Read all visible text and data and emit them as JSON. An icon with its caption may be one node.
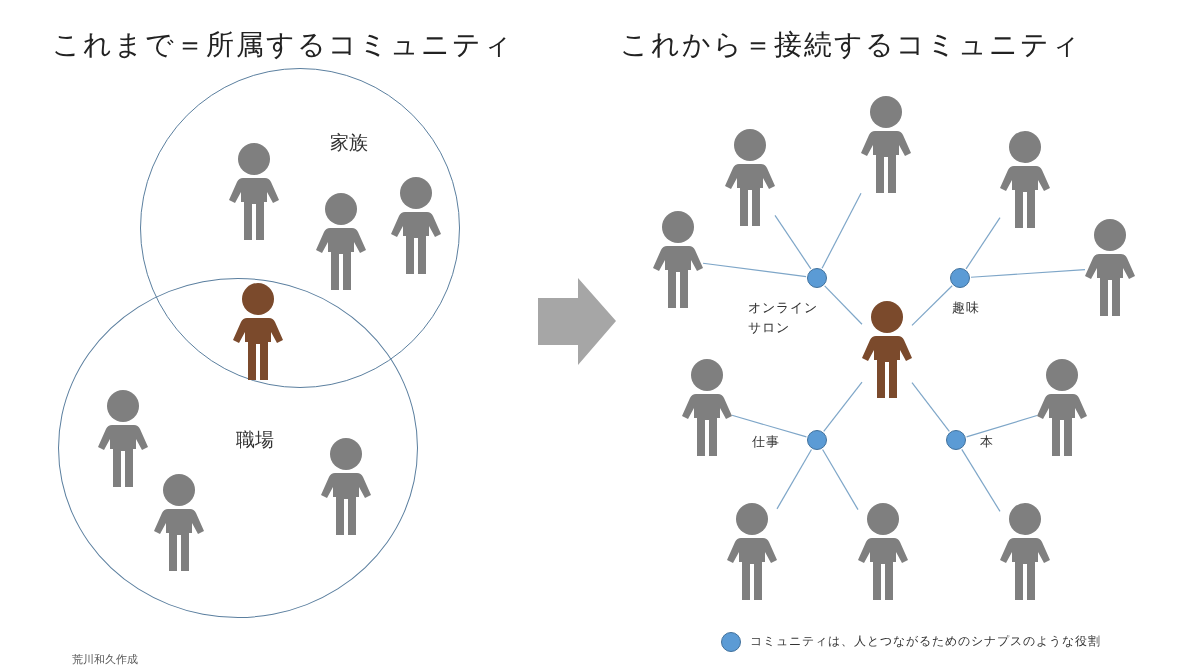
{
  "diagram": {
    "nodes": [
      {
        "text": [
          "家族"
        ]
      },
      {
        "text": [],
        "shape": "person",
        "in": 0
      },
      {
        "text": [],
        "shape": "person",
        "in": 0
      },
      {
        "text": [],
        "shape": "person",
        "in": 0
      },
      {
        "text": [],
        "shape": "person"
      },
      {
        "text": [
          "職場"
        ]
      },
      {
        "text": [],
        "shape": "person",
        "in": 5
      },
      {
        "text": [],
        "shape": "person",
        "in": 5
      },
      {
        "text": [],
        "shape": "person",
        "in": 5
      },
      {
        "text": [],
        "shape": "person"
      },
      {
        "text": [],
        "shape": "person"
      },
      {
        "text": [],
        "shape": "person"
      },
      {
        "text": [],
        "shape": "person"
      },
      {
        "text": [],
        "shape": "person"
      },
      {
        "text": [],
        "shape": "circle",
        "beside": [
          "オンラインサロン"
        ]
      },
      {
        "text": [],
        "shape": "circle",
        "beside": [
          "趣味"
        ]
      },
      {
        "text": [],
        "shape": "person"
      },
      {
        "text": [],
        "shape": "person"
      },
      {
        "text": [],
        "shape": "person"
      },
      {
        "text": [],
        "shape": "circle",
        "beside": [
          "仕事"
        ]
      },
      {
        "text": [],
        "shape": "circle",
        "beside": [
          "本"
        ]
      },
      {
        "text": [],
        "shape": "person"
      },
      {
        "text": [],
        "shape": "person"
      },
      {
        "text": [],
        "shape": "person"
      }
    ],
    "edges": [
      {
        "from": 16,
        "to": 14,
        "arrow": "none"
      },
      {
        "from": 16,
        "to": 15,
        "arrow": "none"
      },
      {
        "from": 16,
        "to": 19,
        "arrow": "none"
      },
      {
        "from": 16,
        "to": 20,
        "arrow": "none"
      },
      {
        "from": 14,
        "to": 12,
        "arrow": "none"
      },
      {
        "from": 14,
        "to": 11,
        "arrow": "none"
      },
      {
        "from": 14,
        "to": 9,
        "arrow": "none"
      },
      {
        "from": 15,
        "to": 10,
        "arrow": "none"
      },
      {
        "from": 15,
        "to": 13,
        "arrow": "none"
      },
      {
        "from": 19,
        "to": 17,
        "arrow": "none"
      },
      {
        "from": 19,
        "to": 21,
        "arrow": "none"
      },
      {
        "from": 19,
        "to": 22,
        "arrow": "none"
      },
      {
        "from": 20,
        "to": 18,
        "arrow": "none"
      },
      {
        "from": 20,
        "to": 23,
        "arrow": "none"
      }
    ],
    "labels": [
      "これまで＝所属するコミュニティ",
      "これから＝接続するコミュニティ",
      "荒川和久作成"
    ],
    "legend": [
      {
        "text": "コミュニティは、人とつながるためのシナプスのような役割",
        "color": "#5b9bd5"
      }
    ]
  }
}
